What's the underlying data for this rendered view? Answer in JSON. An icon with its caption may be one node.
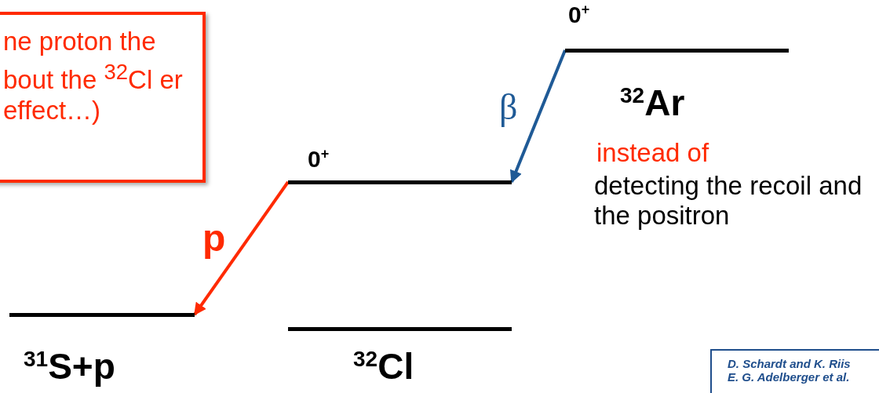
{
  "diagram": {
    "nodes": [
      {
        "text": [
          "ne proton the bout the $^{32}$Cl er effect…)"
        ]
      },
      {
        "text": [],
        "shape": "bar",
        "beside": [
          "0$^{+}$",
          "$^{32}$Ar"
        ]
      },
      {
        "text": [],
        "shape": "bar",
        "beside": [
          "0$^{+}$"
        ]
      },
      {
        "text": [],
        "shape": "bar",
        "beside": [
          "$^{31}$S+p"
        ]
      },
      {
        "text": [],
        "shape": "bar",
        "beside": [
          "$^{32}$Cl"
        ]
      },
      {
        "text": [
          "D. Schardt and K. Riis",
          "E. G. Adelberger et al."
        ]
      }
    ],
    "edges": [
      {
        "from": 1,
        "to": 2,
        "arrow": "to",
        "label": "β",
        "color": "#1f5a96"
      },
      {
        "from": 2,
        "to": 3,
        "arrow": "to",
        "label": "p",
        "color": "#ff2a00"
      }
    ],
    "labels": [
      "instead of",
      "detecting the recoil and the positron"
    ]
  }
}
